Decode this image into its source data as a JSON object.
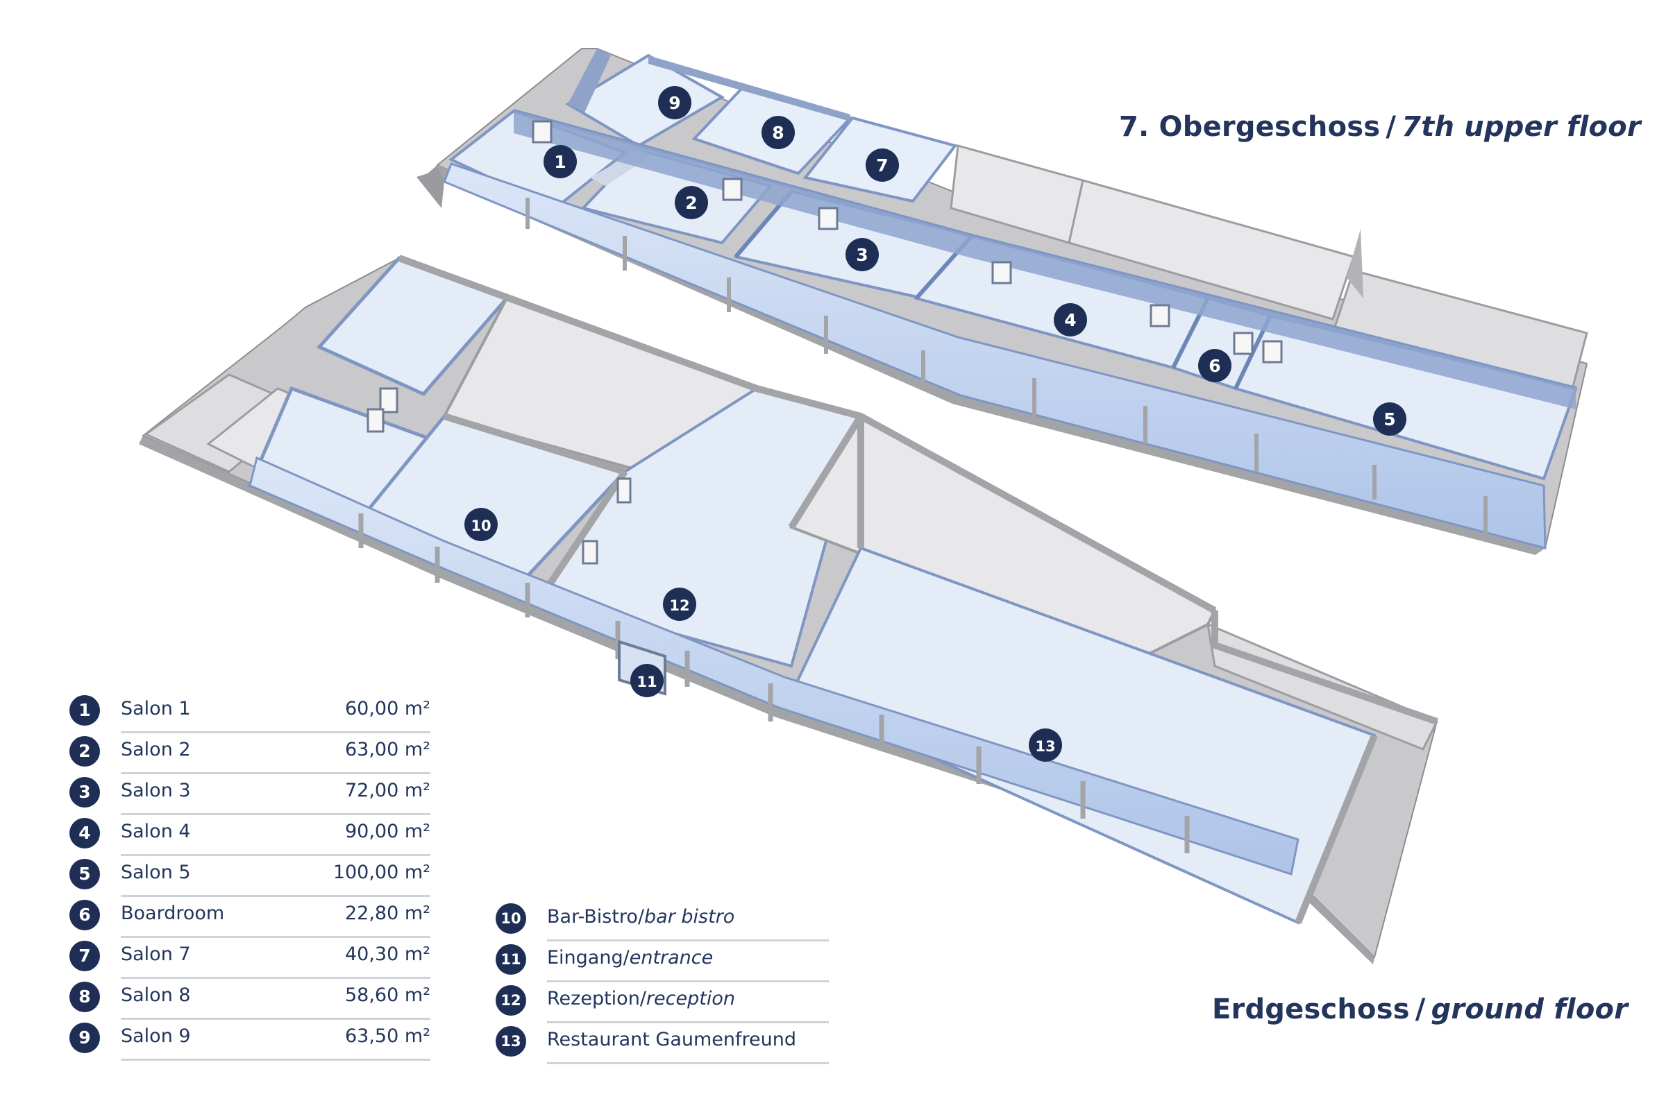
{
  "titles": {
    "upper_de": "7. Obergeschoss",
    "upper_sep": "/",
    "upper_en": "7th upper floor",
    "ground_de": "Erdgeschoss",
    "ground_sep": "/",
    "ground_en": "ground floor"
  },
  "colors": {
    "marker": "#1e2e55",
    "wall_top": "#c9c9cb",
    "wall_side": "#a3a4a7",
    "room_wall": "#7f96c3",
    "room_floor": "#e4ecf8",
    "glass": "#c9daf3",
    "plain_floor": "#eaeaec",
    "text": "#23355c",
    "rule": "#cfd3d9"
  },
  "plan_markers": [
    "1",
    "2",
    "3",
    "4",
    "5",
    "6",
    "7",
    "8",
    "9",
    "10",
    "11",
    "12",
    "13"
  ],
  "rooms_legend": [
    {
      "num": "1",
      "name": "Salon 1",
      "size": "60,00 m²"
    },
    {
      "num": "2",
      "name": "Salon 2",
      "size": "63,00 m²"
    },
    {
      "num": "3",
      "name": "Salon 3",
      "size": "72,00 m²"
    },
    {
      "num": "4",
      "name": "Salon 4",
      "size": "90,00 m²"
    },
    {
      "num": "5",
      "name": "Salon 5",
      "size": "100,00 m²"
    },
    {
      "num": "6",
      "name": "Boardroom",
      "size": "22,80 m²"
    },
    {
      "num": "7",
      "name": "Salon 7",
      "size": "40,30 m²"
    },
    {
      "num": "8",
      "name": "Salon 8",
      "size": "58,60 m²"
    },
    {
      "num": "9",
      "name": "Salon 9",
      "size": "63,50 m²"
    }
  ],
  "areas_legend": [
    {
      "num": "10",
      "name_de": "Bar-Bistro",
      "sep": "/",
      "name_en": "bar bistro"
    },
    {
      "num": "11",
      "name_de": "Eingang",
      "sep": "/",
      "name_en": "entrance"
    },
    {
      "num": "12",
      "name_de": "Rezeption",
      "sep": "/",
      "name_en": "reception"
    },
    {
      "num": "13",
      "name_de": "Restaurant Gaumenfreund",
      "sep": "",
      "name_en": ""
    }
  ]
}
